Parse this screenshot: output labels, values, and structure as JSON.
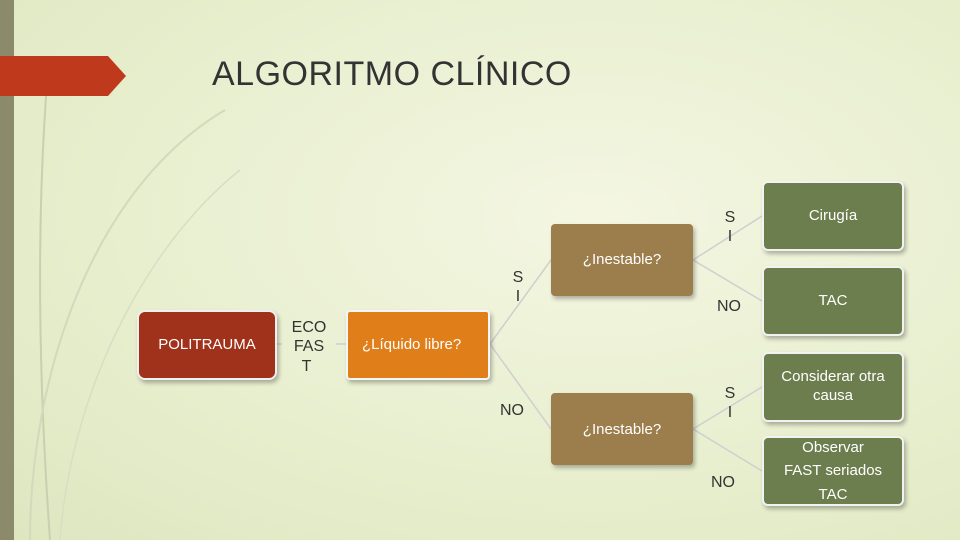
{
  "slide": {
    "title": "ALGORITMO CLÍNICO",
    "accent_colors": {
      "title_tab": "#bf3a1c",
      "left_bar": "#8b8a6a",
      "red_node": "#a0311a",
      "orange_node": "#e07e19",
      "tan_node": "#9c7d4c",
      "green_node": "#6c7e4e"
    }
  },
  "nodes": {
    "politrauma": "POLITRAUMA",
    "eco_fast": [
      "ECO",
      "FAS",
      "T"
    ],
    "liquido_libre": "¿Líquido libre?",
    "inestable_top": "¿Inestable?",
    "inestable_bottom": "¿Inestable?",
    "cirugia": "Cirugía",
    "tac": "TAC",
    "considerar": "Considerar otra causa",
    "observar": [
      "Observar",
      "FAST seriados",
      "TAC"
    ]
  },
  "branches": {
    "si_liquido": [
      "S",
      "I"
    ],
    "no_liquido": "NO",
    "si_inestable_top": [
      "S",
      "I"
    ],
    "no_inestable_top": "NO",
    "si_inestable_bottom": [
      "S",
      "I"
    ],
    "no_inestable_bottom": "NO"
  }
}
